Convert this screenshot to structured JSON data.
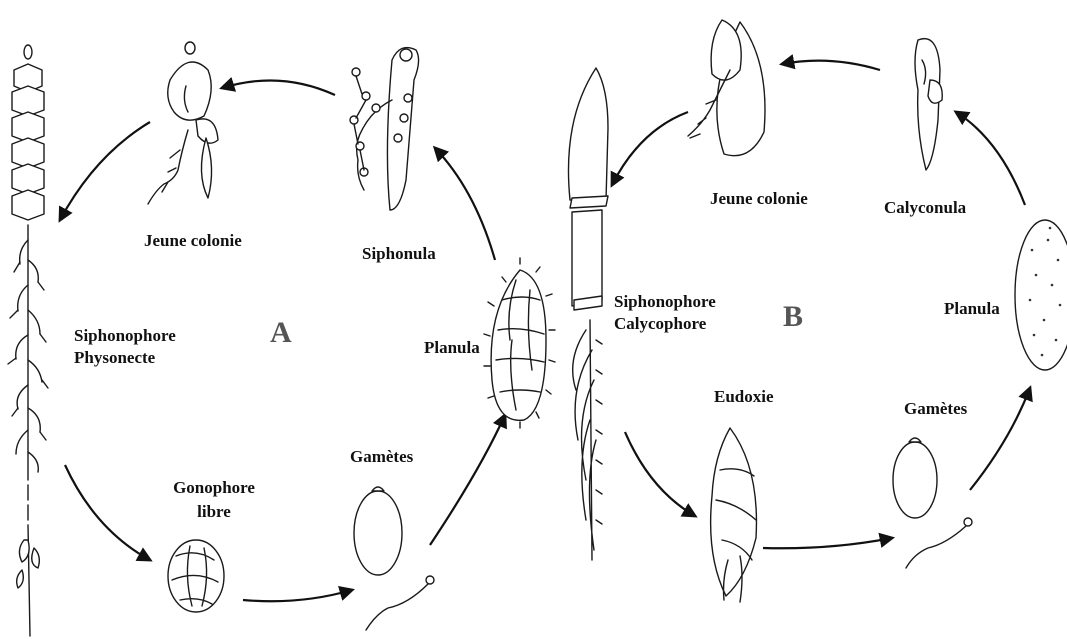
{
  "panel_a": {
    "letter": "A",
    "labels": {
      "adult_line1": "Siphonophore",
      "adult_line2": "Physonecte",
      "young_colony": "Jeune colonie",
      "siphonula": "Siphonula",
      "planula": "Planula",
      "gametes": "Gamètes",
      "gonophore_line1": "Gonophore",
      "gonophore_line2": "libre"
    }
  },
  "panel_b": {
    "letter": "B",
    "labels": {
      "adult_line1": "Siphonophore",
      "adult_line2": "Calycophore",
      "young_colony": "Jeune colonie",
      "calyconula": "Calyconula",
      "planula": "Planula",
      "gametes": "Gamètes",
      "eudoxie": "Eudoxie"
    }
  }
}
